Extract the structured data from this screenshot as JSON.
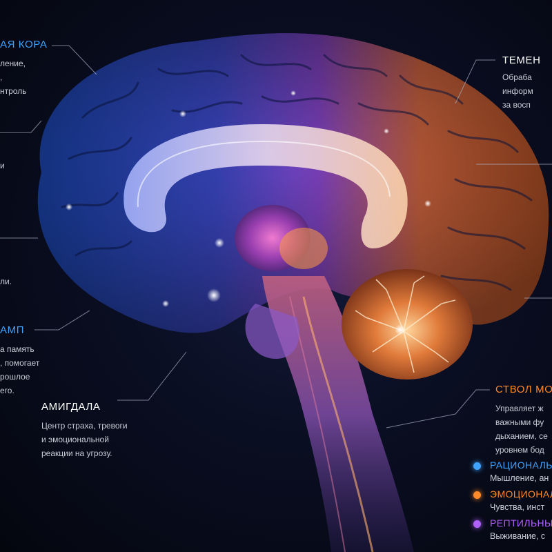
{
  "colors": {
    "blue": "#3fa2ff",
    "orange": "#ff8a2a",
    "purple": "#b060ff",
    "title_white": "#ffffff",
    "desc_gray": "#c9cbd6"
  },
  "labels": {
    "cortex": {
      "title": "АЯ КОРА",
      "lines": "ление,\n,\nнтроль"
    },
    "left2": {
      "lines": "и"
    },
    "left3": {
      "lines": "ли."
    },
    "hippocampus": {
      "title": "АМП",
      "lines": "а память\n, помогает\nрошлое\nего."
    },
    "amygdala": {
      "title": "АМИГДАЛА",
      "lines": "Центр страха, тревоги\nи эмоциональной\nреакции на угрозу."
    },
    "parietal": {
      "title": "ТЕМЕН",
      "lines": "Обраба\nинформ\nза восп"
    },
    "brainstem": {
      "title": "СТВОЛ МО",
      "lines": "Управляет ж\nважными фу\nдыханием, се\nуровнем бод"
    }
  },
  "legend": [
    {
      "title": "РАЦИОНАЛЬ",
      "desc": "Мышление, ан",
      "color": "#3fa2ff"
    },
    {
      "title": "ЭМОЦИОНАЛ",
      "desc": "Чувства, инст",
      "color": "#ff8a2a"
    },
    {
      "title": "РЕПТИЛЬНЫ",
      "desc": "Выживание, с",
      "color": "#b060ff"
    }
  ]
}
